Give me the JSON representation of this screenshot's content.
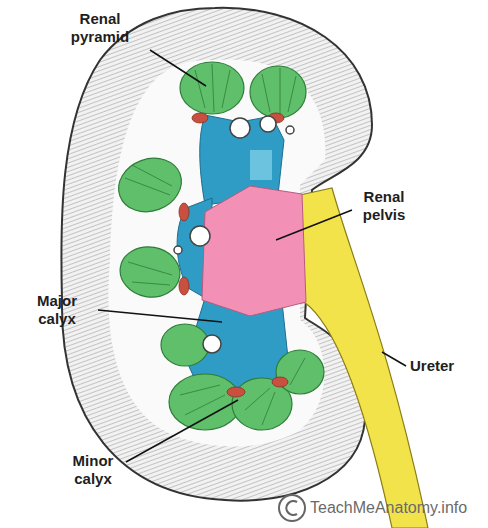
{
  "diagram": {
    "labels": [
      "Renal pyramid",
      "Renal pelvis",
      "Major calyx",
      "Minor calyx",
      "Ureter",
      "TeachMeAnatomy.info"
    ]
  }
}
